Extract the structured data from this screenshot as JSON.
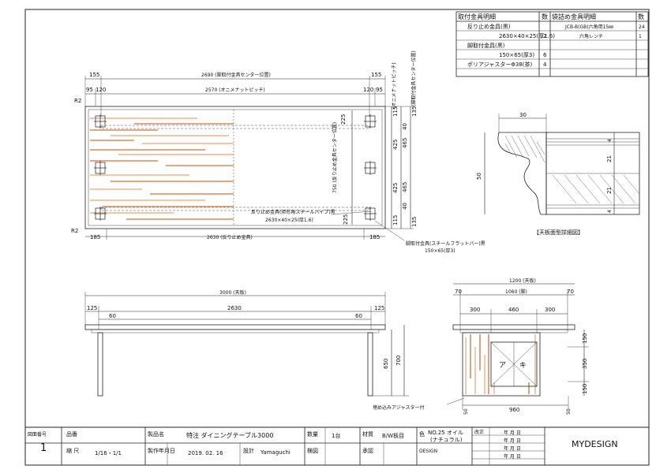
{
  "bom": {
    "left_header": {
      "name": "取付金具明細",
      "qty": "数"
    },
    "right_header": {
      "name": "袋詰め金具明細",
      "qty": "数"
    },
    "left_rows": [
      {
        "name": "反り止め金具(黒)",
        "qty": ""
      },
      {
        "name": "2630×40×25(厚1.6)",
        "qty": "2"
      },
      {
        "name": "脚取付金具(黒)",
        "qty": ""
      },
      {
        "name": "150×65(厚3)",
        "qty": "6"
      },
      {
        "name": "ポリアジャスターΦ38(茶)",
        "qty": "4"
      },
      {
        "name": "",
        "qty": ""
      }
    ],
    "right_rows": [
      {
        "name": "JCB-B(GB)六角用15㎜",
        "qty": "24"
      },
      {
        "name": "六角レンチ",
        "qty": "1"
      },
      {
        "name": "",
        "qty": ""
      },
      {
        "name": "",
        "qty": ""
      },
      {
        "name": "",
        "qty": ""
      },
      {
        "name": "",
        "qty": ""
      }
    ]
  },
  "plan": {
    "d155_l": "155",
    "d2690": "2690 (脚取付金具センター位置)",
    "d155_r": "155",
    "d95": "95",
    "d120": "120",
    "d2570": "2570 (オニメナットピッチ)",
    "d120_r": "120",
    "d95_r": "95",
    "r2_top": "R2",
    "r2_bot": "R2",
    "d225_t": "225",
    "d225_b": "225",
    "v750": "750 (反り止め金具センター位置)",
    "v_onime": "(オニメナットピッチ)",
    "v_leg": "(脚取付金具センター位置)",
    "right_col1": [
      "115",
      "425",
      "425",
      "115"
    ],
    "right_col2": [
      "40",
      "465",
      "465",
      "40"
    ],
    "right_col3": [
      "135",
      "135"
    ],
    "call_sori": "反り止め金具(矩形角スチールパイプ)黒",
    "call_sori_size": "2630×40×25(厚1.6)",
    "d185_l": "185",
    "d2630": "2630 (反り止め金具)",
    "d185_r": "185",
    "call_leg": "脚取付金具(スチールフラットバー)黒",
    "call_leg_size": "150×65(厚3)"
  },
  "detail": {
    "d30": "30",
    "d50": "50",
    "d4a": "4",
    "d21a": "21",
    "d21b": "21",
    "d4b": "4",
    "caption": "【天板面型詳細図】"
  },
  "front": {
    "d3000": "3000 (天板)",
    "d125_l": "125",
    "d2630": "2630",
    "d125_r": "125",
    "d60_l": "60",
    "d60_r": "60",
    "d650": "650",
    "d700": "700"
  },
  "side": {
    "d1200": "1200 (天板)",
    "d70_l": "70",
    "d1060": "1060 (脚)",
    "d70_r": "70",
    "d300_l": "300",
    "d460": "460",
    "d300_r": "300",
    "d150_t": "150",
    "d350": "350",
    "d150_b": "150",
    "d960": "960",
    "d50_l": "50",
    "d50_r": "50",
    "label_a": "ア",
    "label_ki": "キ",
    "adjuster": "埋め込みアジャスター付"
  },
  "title_block": {
    "drawing_no_label": "図面番号",
    "drawing_no": "1",
    "part_no_label": "品番",
    "part_no": "",
    "product_label": "製品名",
    "product": "特注  ダイニングテーブル3000",
    "qty_label": "数量",
    "qty": "1台",
    "material_label": "材質",
    "material": "B/W板目",
    "color_label": "色",
    "color1": "NO.25 オイル",
    "color2": "(ナチュラル)",
    "revision_label": "改正",
    "date_placeholder": "年    月    日",
    "scale_label": "縮    尺",
    "scale": "1/16・1/1",
    "made_label": "製作年月日",
    "made": "2019. 02. 16",
    "design_label": "設計",
    "designer": "Yamaguchi",
    "check_label": "検図",
    "approve_label": "承認",
    "design_stamp": "DESIGN",
    "company": "MYDESIGN"
  }
}
